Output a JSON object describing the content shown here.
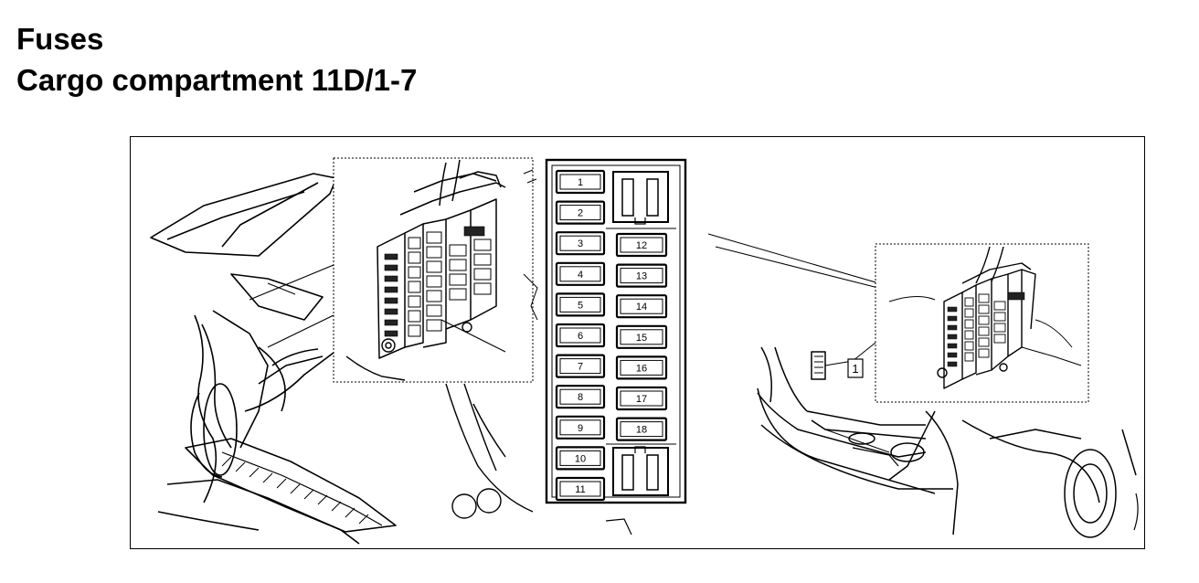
{
  "heading": {
    "line1": "Fuses",
    "line2": "Cargo compartment 11D/1-7"
  },
  "fuse_panel": {
    "left_column": [
      "1",
      "2",
      "3",
      "4",
      "5",
      "6",
      "7",
      "8",
      "9",
      "10",
      "11"
    ],
    "right_column": [
      "12",
      "13",
      "14",
      "15",
      "16",
      "17",
      "18"
    ]
  },
  "callout": {
    "label": "1"
  }
}
